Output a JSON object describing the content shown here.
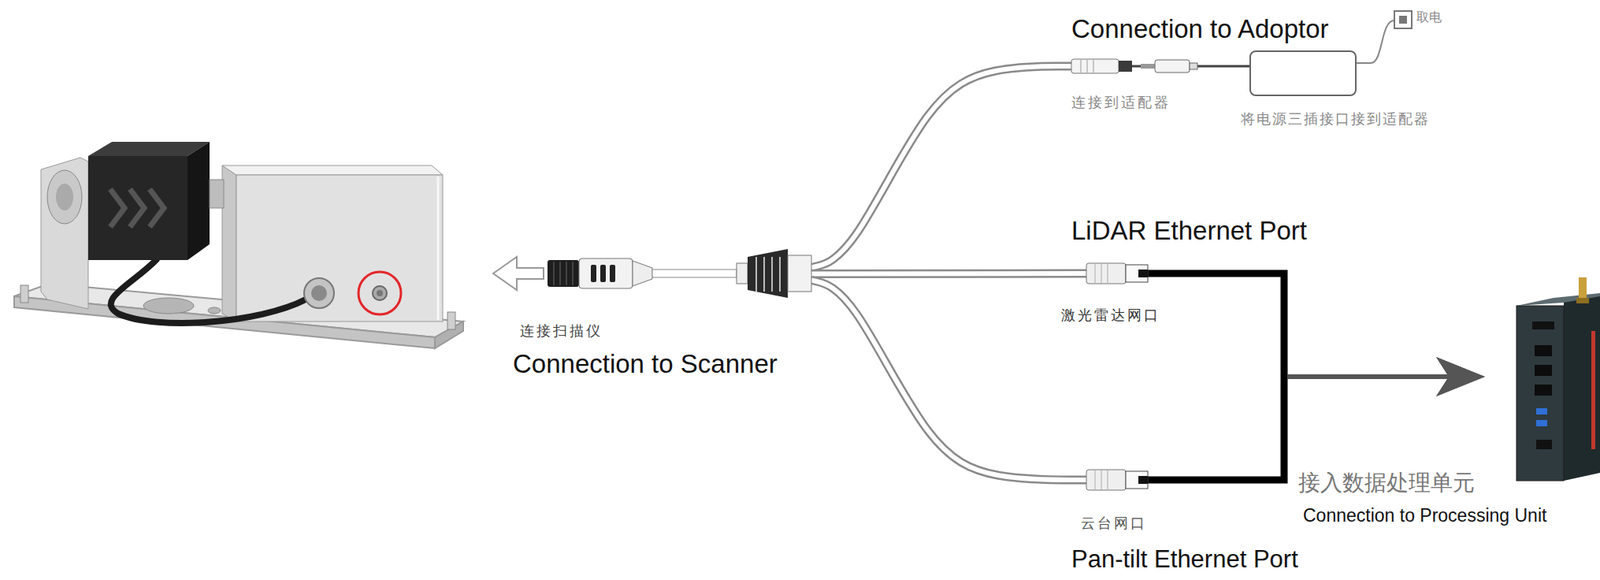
{
  "diagram": {
    "nodes": [
      {
        "text": [
          "连接扫描仪",
          "Connection to Scanner"
        ]
      },
      {
        "text": [
          "Connection to Adoptor",
          "连接到适配器"
        ]
      },
      {
        "text": [
          "将电源三插接口接到适配器"
        ]
      },
      {
        "text": [
          "LiDAR Ethernet Port",
          "激光雷达网口"
        ]
      },
      {
        "text": [
          "云台网口",
          "Pan-tilt Ethernet Port"
        ]
      },
      {
        "text": [
          "接入数据处理单元",
          "Connection to Processing Unit"
        ]
      }
    ],
    "edges": [
      {
        "from": 0,
        "to": 1,
        "arrow": "none"
      },
      {
        "from": 1,
        "to": 2,
        "arrow": "none"
      },
      {
        "from": 0,
        "to": 3,
        "arrow": "none"
      },
      {
        "from": 0,
        "to": 4,
        "arrow": "none"
      },
      {
        "from": 3,
        "to": 5,
        "arrow": "to"
      },
      {
        "from": 4,
        "to": 5,
        "arrow": "to"
      }
    ],
    "labels": [
      "取电"
    ]
  }
}
